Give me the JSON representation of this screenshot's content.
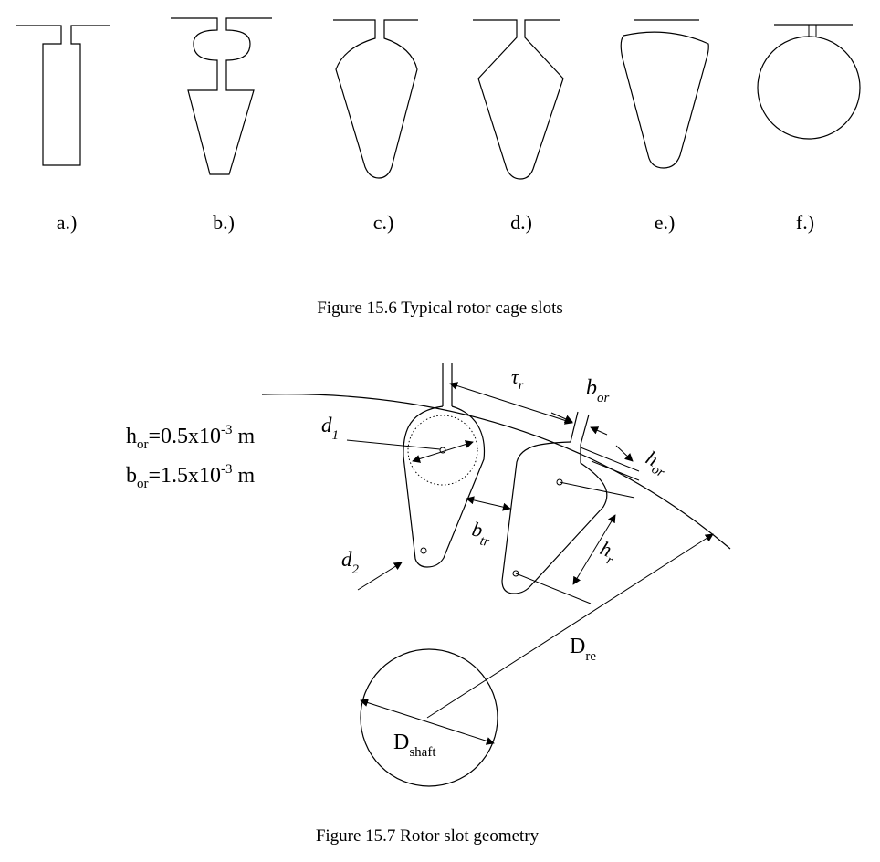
{
  "figure_15_6": {
    "caption": "Figure 15.6 Typical rotor cage slots",
    "labels": [
      "a.)",
      "b.)",
      "c.)",
      "d.)",
      "e.)",
      "f.)"
    ]
  },
  "figure_15_7": {
    "caption": "Figure 15.7 Rotor slot geometry",
    "params": {
      "h_or": {
        "sym": "h",
        "sub": "or",
        "eq": "=0.5x10",
        "exp": "-3",
        "unit": " m"
      },
      "b_or": {
        "sym": "b",
        "sub": "or",
        "eq": "=1.5x10",
        "exp": "-3",
        "unit": " m"
      }
    },
    "labels": {
      "tau_r": {
        "sym": "τ",
        "sub": "r"
      },
      "b_or": {
        "sym": "b",
        "sub": "or"
      },
      "h_or": {
        "sym": "h",
        "sub": "or"
      },
      "d1": {
        "sym": "d",
        "sub": "1"
      },
      "d2": {
        "sym": "d",
        "sub": "2"
      },
      "b_tr": {
        "sym": "b",
        "sub": "tr"
      },
      "h_r": {
        "sym": "h",
        "sub": "r"
      },
      "D_re": {
        "sym": "D",
        "sub": "re"
      },
      "D_shaft": {
        "sym": "D",
        "sub": "shaft"
      }
    }
  }
}
